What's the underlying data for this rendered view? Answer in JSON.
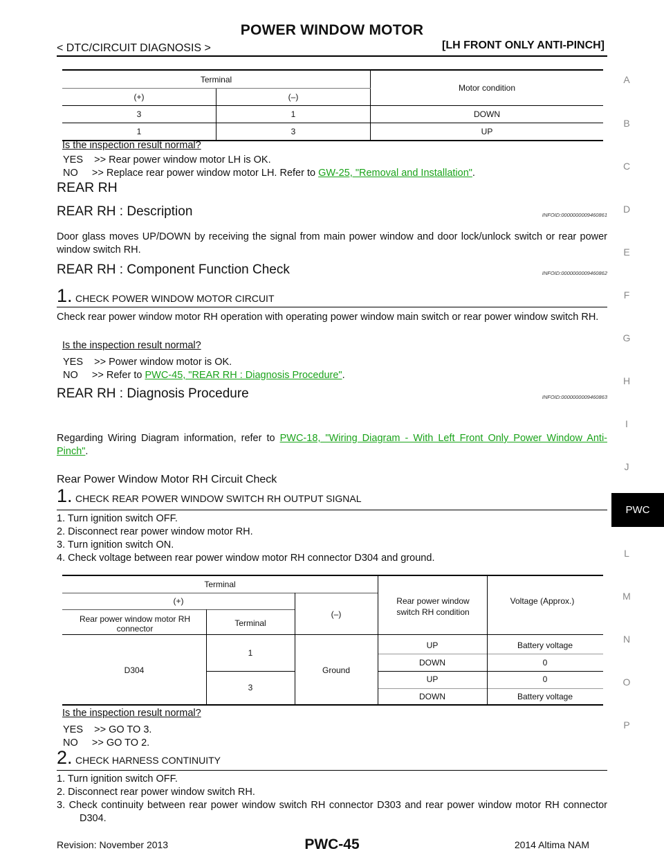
{
  "header": {
    "title": "POWER WINDOW MOTOR",
    "section": "< DTC/CIRCUIT DIAGNOSIS >",
    "variant": "[LH FRONT ONLY ANTI-PINCH]"
  },
  "side_index": [
    "A",
    "B",
    "C",
    "D",
    "E",
    "F",
    "G",
    "H",
    "I",
    "J",
    "PWC",
    "L",
    "M",
    "N",
    "O",
    "P"
  ],
  "table1": {
    "terminal_header": "Terminal",
    "plus": "(+)",
    "minus": "(–)",
    "condition_header": "Motor condition",
    "rows": [
      {
        "plus": "3",
        "minus": "1",
        "cond": "DOWN"
      },
      {
        "plus": "1",
        "minus": "3",
        "cond": "UP"
      }
    ]
  },
  "inspect1": {
    "question": "Is the inspection result normal?",
    "yes": "YES    >> Rear power window motor LH is OK.",
    "no_prefix": "NO     >> Replace rear power window motor LH. Refer to ",
    "no_link": "GW-25, \"Removal and Installation\"",
    "no_suffix": "."
  },
  "rear_rh": {
    "heading": "REAR RH",
    "desc_title": "REAR RH : Description",
    "desc_id": "INFOID:0000000009460861",
    "desc_text": "Door glass moves UP/DOWN by receiving the signal from main power window and door lock/unlock switch or rear power window switch RH.",
    "cfc_title": "REAR RH : Component Function Check",
    "cfc_id": "INFOID:0000000009460862",
    "cfc_step_num": "1.",
    "cfc_step_title": "CHECK POWER WINDOW MOTOR CIRCUIT",
    "cfc_text": "Check rear power window motor RH operation with operating power window main switch or rear power window switch RH.",
    "cfc_question": "Is the inspection result normal?",
    "cfc_yes": "YES    >> Power window motor is OK.",
    "cfc_no_prefix": "NO     >> Refer to ",
    "cfc_no_link": "PWC-45, \"REAR RH : Diagnosis Procedure\"",
    "cfc_no_suffix": ".",
    "dp_title": "REAR RH : Diagnosis Procedure",
    "dp_id": "INFOID:0000000009460863",
    "dp_ref_prefix": "Regarding Wiring Diagram information, refer to ",
    "dp_ref_link": "PWC-18, \"Wiring Diagram - With Left Front Only Power Window Anti- Pinch\"",
    "dp_ref_suffix": ".",
    "circuit_check_title": "Rear Power Window Motor RH Circuit Check"
  },
  "step1": {
    "num": "1.",
    "title": "CHECK REAR POWER WINDOW SWITCH RH OUTPUT SIGNAL",
    "items": [
      "1.  Turn ignition switch OFF.",
      "2.  Disconnect rear power window motor RH.",
      "3.  Turn ignition switch ON.",
      "4.  Check voltage between rear power window motor RH connector D304 and ground."
    ]
  },
  "table2": {
    "terminal": "Terminal",
    "plus": "(+)",
    "minus": "(–)",
    "connector_hdr": "Rear power window motor RH connector",
    "terminal_hdr": "Terminal",
    "cond_hdr": "Rear power window switch RH condition",
    "volt_hdr": "Voltage (Approx.)",
    "connector": "D304",
    "ground": "Ground",
    "t1": "1",
    "t3": "3",
    "rows": [
      {
        "cond": "UP",
        "volt": "Battery voltage"
      },
      {
        "cond": "DOWN",
        "volt": "0"
      },
      {
        "cond": "UP",
        "volt": "0"
      },
      {
        "cond": "DOWN",
        "volt": "Battery voltage"
      }
    ]
  },
  "inspect2": {
    "question": "Is the inspection result normal?",
    "yes": "YES    >> GO TO 3.",
    "no": "NO     >> GO TO 2."
  },
  "step2": {
    "num": "2.",
    "title": "CHECK HARNESS CONTINUITY",
    "items": [
      "1.  Turn ignition switch OFF.",
      "2.  Disconnect rear power window switch RH.",
      "3.  Check continuity between rear power window switch RH connector D303 and rear power window motor RH connector D304."
    ]
  },
  "footer": {
    "revision": "Revision: November 2013",
    "page": "PWC-45",
    "model": "2014 Altima NAM"
  }
}
